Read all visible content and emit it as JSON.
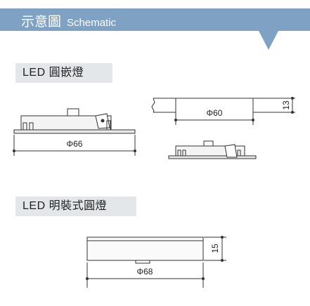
{
  "header": {
    "title_zh": "示意圖",
    "title_en": "Schematic"
  },
  "sections": [
    {
      "label": "LED 圓嵌燈"
    },
    {
      "label": "LED 明裝式圓燈"
    }
  ],
  "dimensions": {
    "recessed_diameter": "Φ66",
    "cutout_diameter": "Φ60",
    "recessed_height": "13",
    "surface_diameter": "Φ68",
    "surface_height": "15"
  },
  "colors": {
    "header_bg": "#7fa2c4",
    "label_bg": "#e4e7ea",
    "line": "#333333"
  }
}
